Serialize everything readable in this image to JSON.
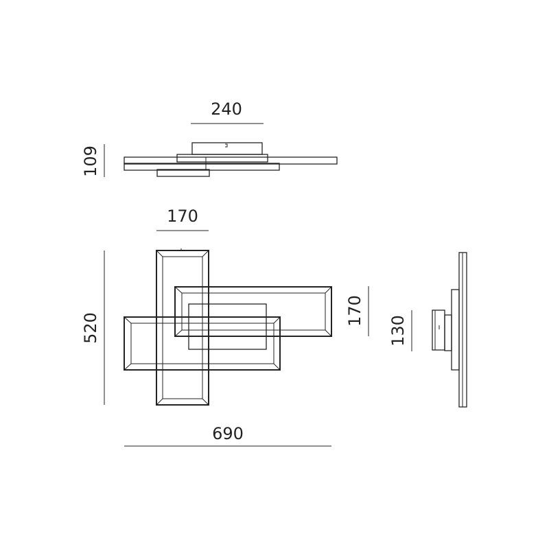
{
  "drawing": {
    "stroke_color": "#222222",
    "background": "#ffffff"
  },
  "dimensions": {
    "top_width": "240",
    "top_height": "109",
    "front_inner_width": "170",
    "front_height": "520",
    "front_right_height": "170",
    "side_height": "130",
    "total_width": "690"
  }
}
